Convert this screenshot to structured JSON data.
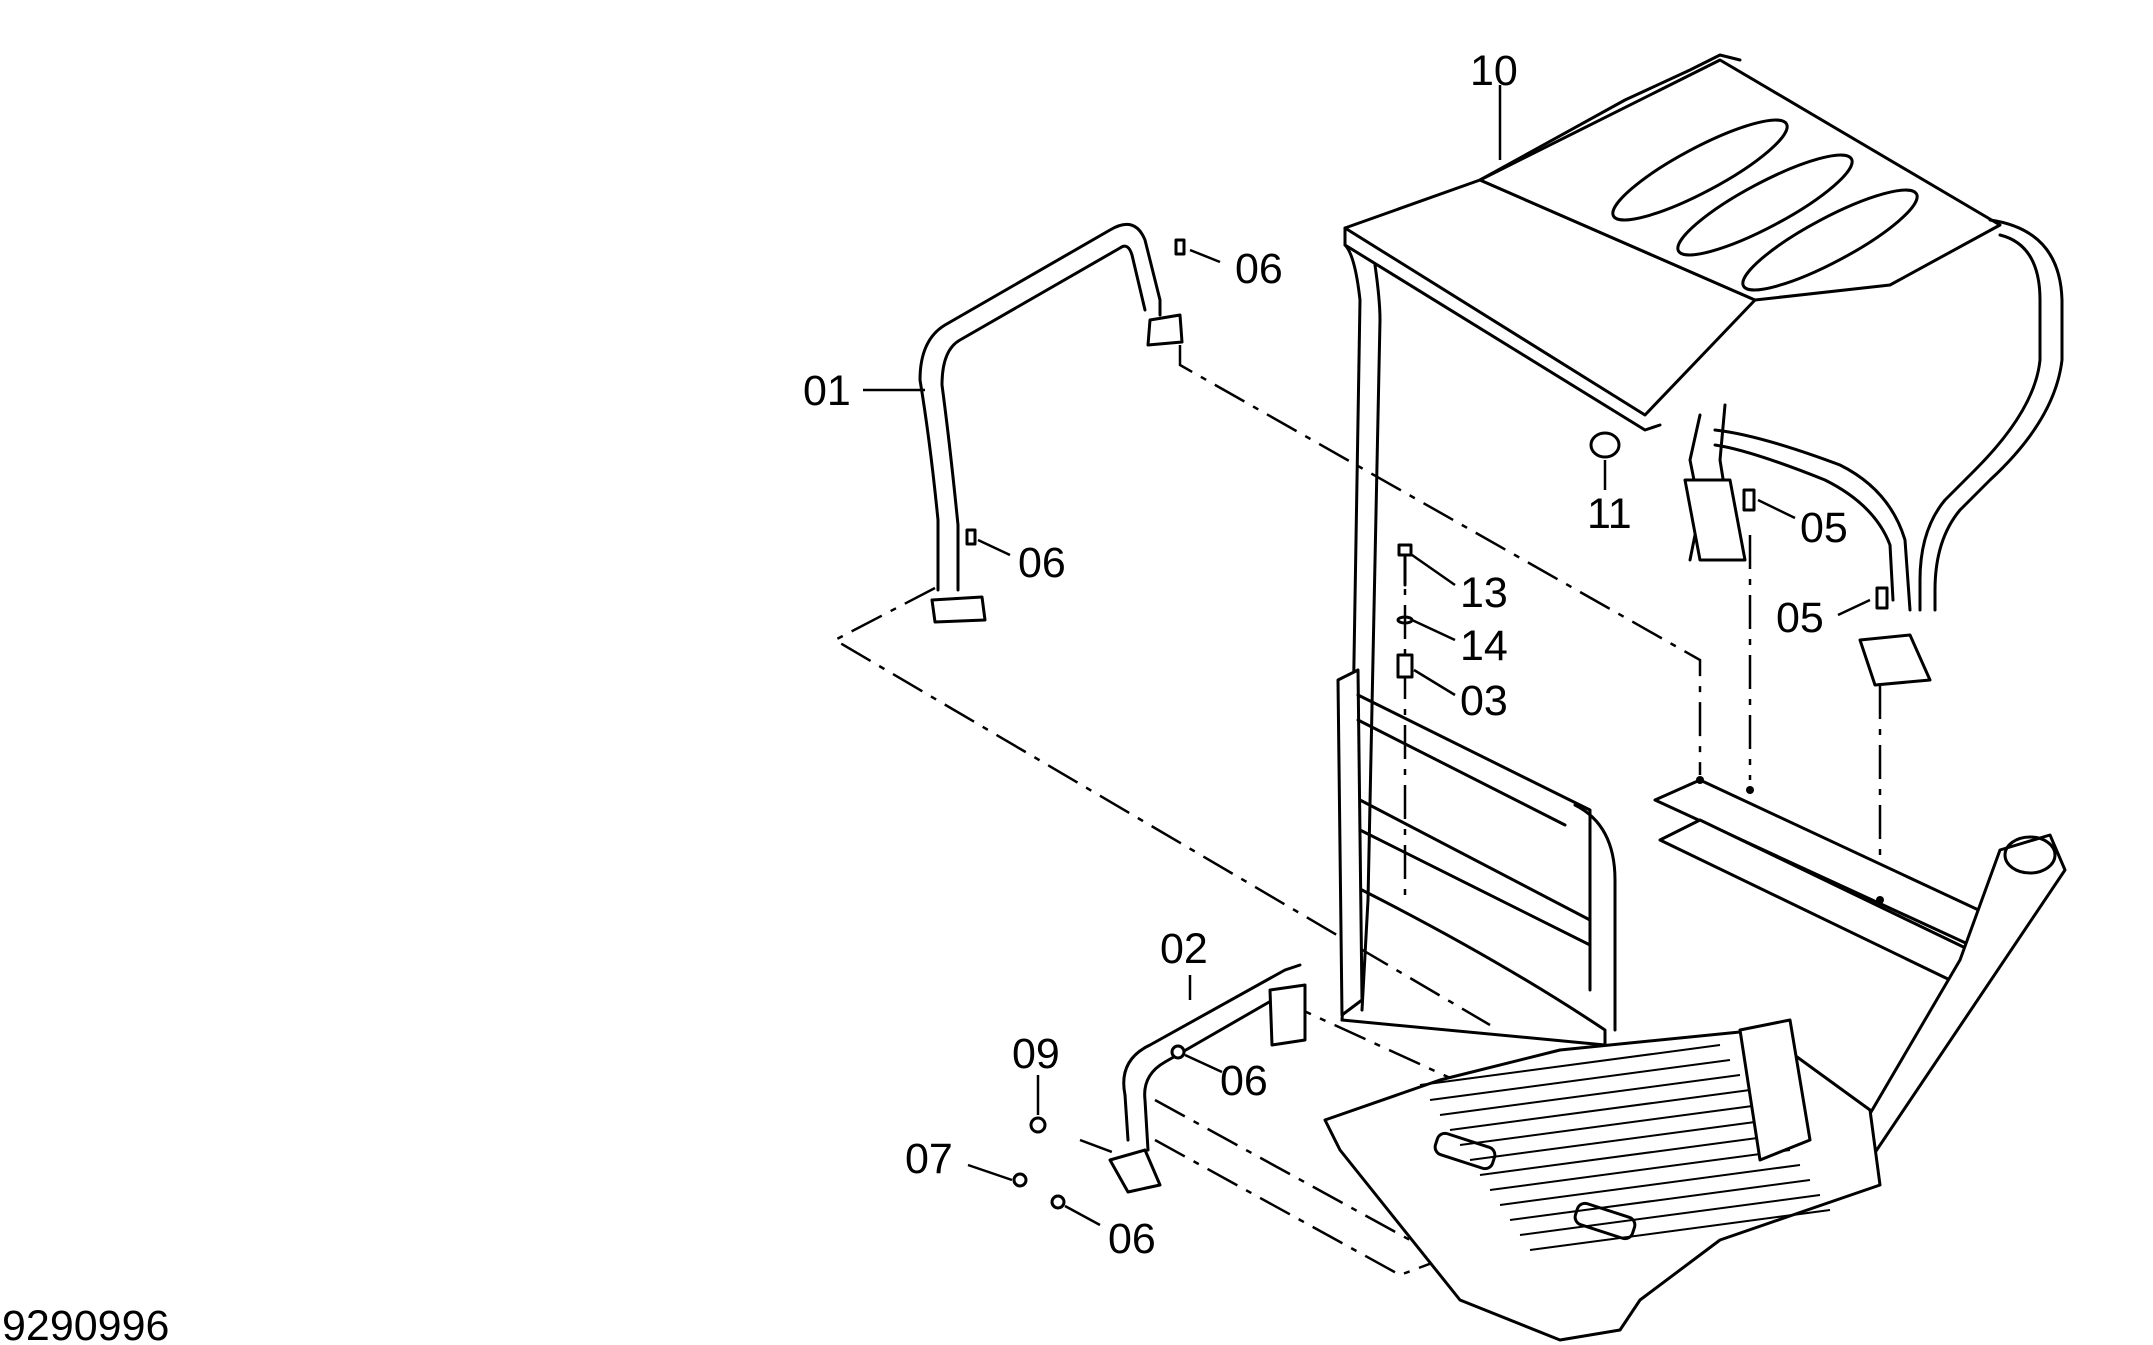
{
  "drawing_number": "9290996",
  "callouts": [
    {
      "id": "01",
      "text": "01"
    },
    {
      "id": "02",
      "text": "02"
    },
    {
      "id": "03",
      "text": "03"
    },
    {
      "id": "05a",
      "text": "05"
    },
    {
      "id": "05b",
      "text": "05"
    },
    {
      "id": "06a",
      "text": "06"
    },
    {
      "id": "06b",
      "text": "06"
    },
    {
      "id": "06c",
      "text": "06"
    },
    {
      "id": "06d",
      "text": "06"
    },
    {
      "id": "07",
      "text": "07"
    },
    {
      "id": "09",
      "text": "09"
    },
    {
      "id": "10",
      "text": "10"
    },
    {
      "id": "11",
      "text": "11"
    },
    {
      "id": "13",
      "text": "13"
    },
    {
      "id": "14",
      "text": "14"
    }
  ]
}
